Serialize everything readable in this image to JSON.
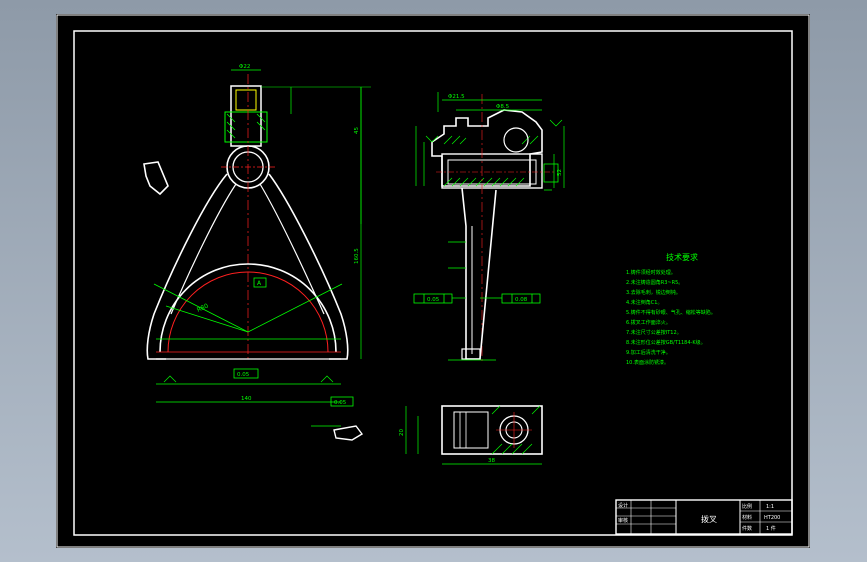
{
  "drawing": {
    "tech_title": "技术要求",
    "tech_notes": [
      "1.铸件须经时效处理。",
      "2.未注铸造圆角R3~R5。",
      "3.去除毛刺，锐边倒钝。",
      "4.未注倒角C1。",
      "5.铸件不得有砂眼、气孔、缩松等缺陷。",
      "6.拨叉工作面淬火。",
      "7.未注尺寸公差按IT12。",
      "8.未注形位公差按GB/T1184-K级。",
      "9.加工后清洗干净。",
      "10.表面涂防锈漆。"
    ],
    "title_block": {
      "part_name": "拨叉",
      "scale_label": "比例",
      "scale_value": "1:1",
      "material_label": "材料",
      "material_value": "HT200",
      "qty_label": "件数",
      "qty_value": "1 件",
      "design_label": "设计",
      "check_label": "审核"
    },
    "dims": {
      "top_width": "Φ22",
      "height_left": "160.5",
      "total": "45",
      "right_height": "52",
      "width_bottom": "140",
      "r_large": "R80",
      "datum": "A",
      "side_w1": "Φ21.5",
      "side_w2": "Φ8.5",
      "bottom_w": "38",
      "bottom_h": "20",
      "tol1": "0.05",
      "tol2": "0.08",
      "tol3": "0.05"
    }
  }
}
